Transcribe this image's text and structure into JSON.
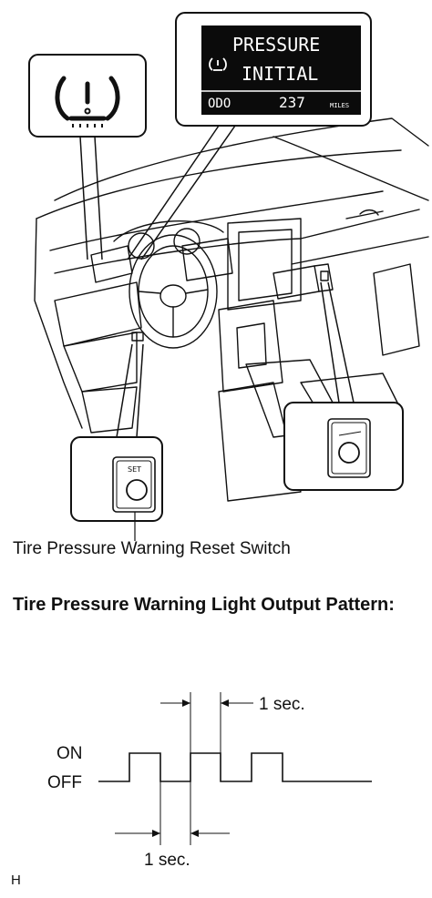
{
  "display": {
    "line1": "PRESSURE",
    "line2": "INITIAL",
    "odo_label": "ODO",
    "odo_value": "237",
    "odo_unit": "MILES"
  },
  "warning_light_symbol": "(!)",
  "switch_label": "SET",
  "reset_switch_caption": "Tire Pressure Warning Reset Switch",
  "pattern_heading": "Tire Pressure Warning Light Output Pattern:",
  "waveform": {
    "on_label": "ON",
    "off_label": "OFF",
    "top_interval": "1 sec.",
    "bottom_interval": "1 sec.",
    "sequence": [
      "OFF",
      "ON",
      "OFF",
      "ON",
      "OFF",
      "ON",
      "OFF"
    ]
  },
  "figure_code": "H",
  "icons": [
    "tpms-warning-icon",
    "tpms-small-icon",
    "reset-switch-icon"
  ]
}
